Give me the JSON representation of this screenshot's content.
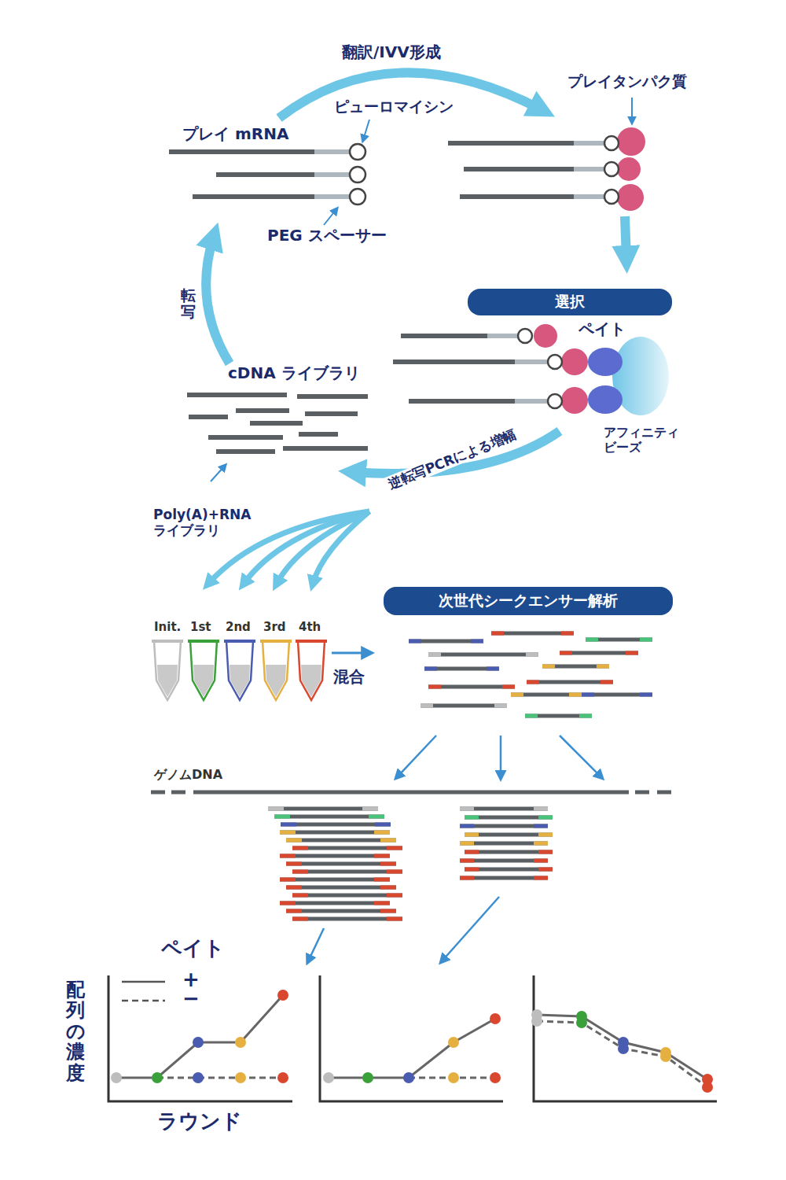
{
  "diagram": {
    "nodes": [
      {
        "text": [
          "選択"
        ]
      },
      {
        "text": [
          "次世代シークエンサー解析"
        ]
      }
    ],
    "labels": [
      "翻訳/IVV形成",
      "プレイタンパク質",
      "ピューロマイシン",
      "プレイ mRNA",
      "PEG スペーサー",
      "転写",
      "ペイト",
      "cDNA ライブラリ",
      "アフィニティ ビーズ",
      "Poly(A)+RNA ライブラリ",
      "逆転写PCRによる増幅",
      "Init.",
      "1st",
      "2nd",
      "3rd",
      "4th",
      "混合",
      "ゲノムDNA",
      "ペイト",
      "配列の濃度",
      "ラウンド"
    ],
    "legend": [
      {
        "text": "+"
      },
      {
        "text": "−"
      }
    ]
  }
}
